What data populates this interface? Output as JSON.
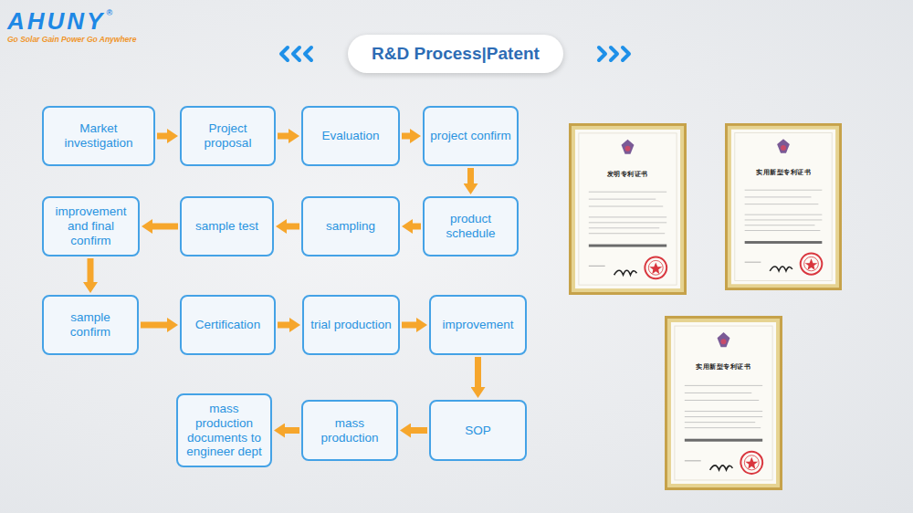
{
  "diagram": {
    "title": "R&D Process|Patent",
    "nodes": [
      {
        "text": [
          "Market investigation"
        ]
      },
      {
        "text": [
          "Project proposal"
        ]
      },
      {
        "text": [
          "Evaluation"
        ]
      },
      {
        "text": [
          "project confirm"
        ]
      },
      {
        "text": [
          "product schedule"
        ]
      },
      {
        "text": [
          "sampling"
        ]
      },
      {
        "text": [
          "sample test"
        ]
      },
      {
        "text": [
          "improvement and final confirm"
        ]
      },
      {
        "text": [
          "sample confirm"
        ]
      },
      {
        "text": [
          "Certification"
        ]
      },
      {
        "text": [
          "trial production"
        ]
      },
      {
        "text": [
          "improvement"
        ]
      },
      {
        "text": [
          "SOP"
        ]
      },
      {
        "text": [
          "mass production"
        ]
      },
      {
        "text": [
          "mass production documents to engineer dept"
        ]
      }
    ],
    "edges": [
      {
        "from": 0,
        "to": 1,
        "arrow": "to"
      },
      {
        "from": 1,
        "to": 2,
        "arrow": "to"
      },
      {
        "from": 2,
        "to": 3,
        "arrow": "to"
      },
      {
        "from": 3,
        "to": 4,
        "arrow": "to"
      },
      {
        "from": 4,
        "to": 5,
        "arrow": "to"
      },
      {
        "from": 5,
        "to": 6,
        "arrow": "to"
      },
      {
        "from": 6,
        "to": 7,
        "arrow": "to"
      },
      {
        "from": 7,
        "to": 8,
        "arrow": "to"
      },
      {
        "from": 8,
        "to": 9,
        "arrow": "to"
      },
      {
        "from": 9,
        "to": 10,
        "arrow": "to"
      },
      {
        "from": 10,
        "to": 11,
        "arrow": "to"
      },
      {
        "from": 11,
        "to": 12,
        "arrow": "to"
      },
      {
        "from": 12,
        "to": 13,
        "arrow": "to"
      },
      {
        "from": 13,
        "to": 14,
        "arrow": "to"
      }
    ],
    "labels": [
      "AHUNY",
      "®",
      "Go Solar Gain Power Go Anywhere",
      "发明专利证书",
      "实用新型专利证书",
      "实用新型专利证书"
    ]
  }
}
